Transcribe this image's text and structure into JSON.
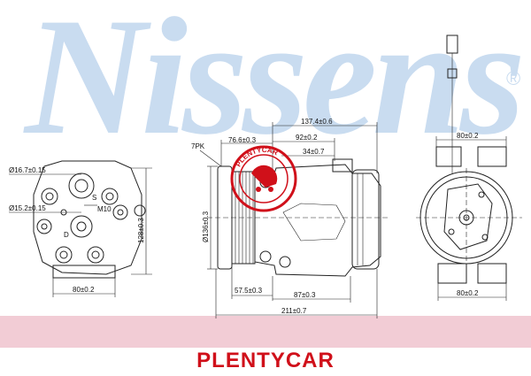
{
  "watermark": {
    "brand": "Nissens",
    "registered": "®"
  },
  "footer": {
    "brand": "PLENTYCAR"
  },
  "seal": {
    "text": "PLENTYCAR"
  },
  "dimensions": {
    "left_d1": "Ø16.7±0.15",
    "left_d2": "Ø15.2±0.15",
    "left_m": "M10",
    "left_s": "S",
    "left_d": "D",
    "left_h": "128±0.3",
    "left_w": "80±0.2",
    "mid_7pk": "7PK",
    "mid_76": "76.6±0.3",
    "mid_137": "137.4±0.6",
    "mid_92": "92±0.2",
    "mid_34": "34±0.7",
    "mid_d136": "Ø136±0.3",
    "mid_575": "57.5±0.3",
    "mid_87": "87±0.3",
    "mid_211": "211±0.7",
    "right_80_top": "80±0.2",
    "right_80_bot": "80±0.2"
  },
  "colors": {
    "watermark": "#c9dcf0",
    "band": "#f2ccd5",
    "brand_red": "#d0101a"
  }
}
